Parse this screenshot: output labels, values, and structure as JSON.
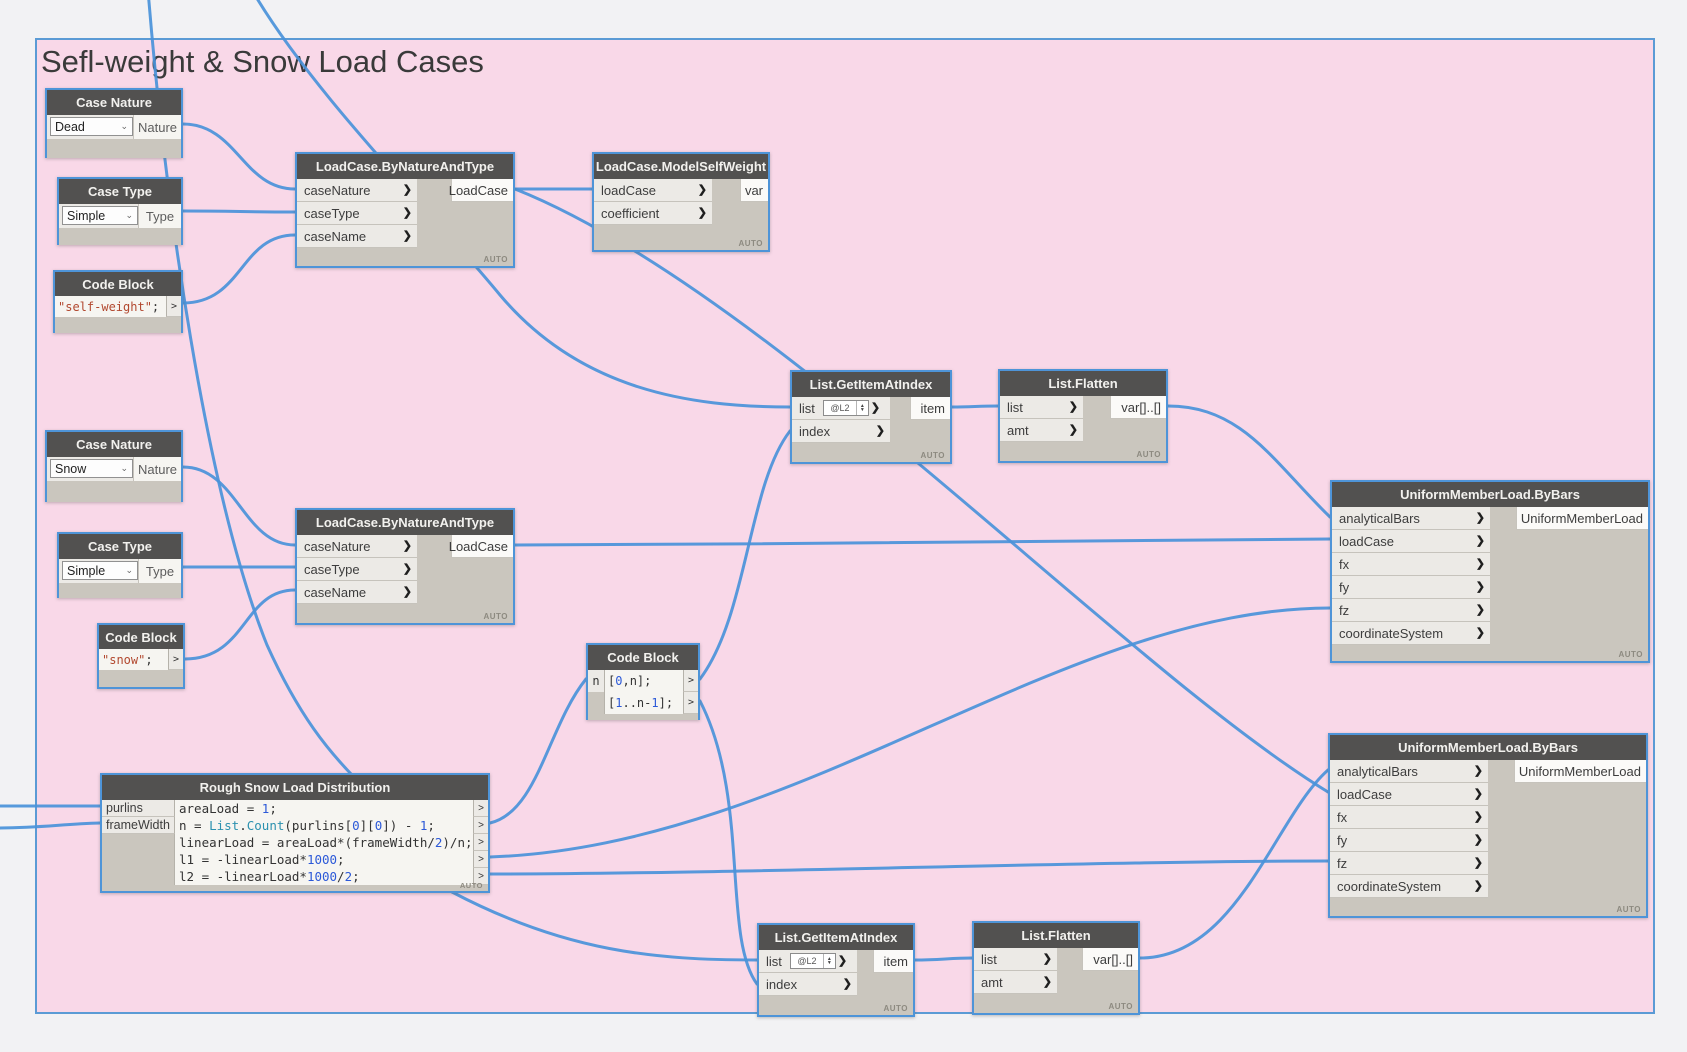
{
  "canvas": {
    "group_title": "Sefl-weight & Snow Load Cases"
  },
  "labels": {
    "auto": "AUTO",
    "lacing": "@L2"
  },
  "icons": {
    "port_chevron": "❯",
    "dropdown_chevron": "⌄",
    "spinner_up": "▲",
    "spinner_down": "▼",
    "code_output": ">"
  },
  "nodes": {
    "case_nature_1": {
      "title": "Case Nature",
      "value": "Dead",
      "output": "Nature"
    },
    "case_type_1": {
      "title": "Case Type",
      "value": "Simple",
      "output": "Type"
    },
    "code_block_self_weight": {
      "title": "Code Block",
      "lines": [
        "\"self-weight\";"
      ]
    },
    "load_case_by_nature_and_type_1": {
      "title": "LoadCase.ByNatureAndType",
      "inputs": [
        "caseNature",
        "caseType",
        "caseName"
      ],
      "output": "LoadCase"
    },
    "load_case_model_self_weight": {
      "title": "LoadCase.ModelSelfWeight",
      "inputs": [
        "loadCase",
        "coefficient"
      ],
      "output": "var"
    },
    "list_get_item_at_index_1": {
      "title": "List.GetItemAtIndex",
      "inputs": [
        "list",
        "index"
      ],
      "output": "item"
    },
    "list_flatten_1": {
      "title": "List.Flatten",
      "inputs": [
        "list",
        "amt"
      ],
      "output": "var[]..[]"
    },
    "uniform_member_load_1": {
      "title": "UniformMemberLoad.ByBars",
      "inputs": [
        "analyticalBars",
        "loadCase",
        "fx",
        "fy",
        "fz",
        "coordinateSystem"
      ],
      "output": "UniformMemberLoad"
    },
    "case_nature_2": {
      "title": "Case Nature",
      "value": "Snow",
      "output": "Nature"
    },
    "case_type_2": {
      "title": "Case Type",
      "value": "Simple",
      "output": "Type"
    },
    "code_block_snow": {
      "title": "Code Block",
      "lines": [
        "\"snow\";"
      ]
    },
    "load_case_by_nature_and_type_2": {
      "title": "LoadCase.ByNatureAndType",
      "inputs": [
        "caseNature",
        "caseType",
        "caseName"
      ],
      "output": "LoadCase"
    },
    "code_block_range": {
      "title": "Code Block",
      "input": "n",
      "lines": [
        "[0,n];",
        "[1..n-1];"
      ]
    },
    "rough_snow_load_distribution": {
      "title": "Rough Snow Load Distribution",
      "inputs": [
        "purlins",
        "frameWidth"
      ],
      "code": [
        "areaLoad = 1;",
        "n = List.Count(purlins[0][0]) - 1;",
        "linearLoad = areaLoad*(frameWidth/2)/n;",
        "l1 = -linearLoad*1000;",
        "l2 = -linearLoad*1000/2;"
      ]
    },
    "list_get_item_at_index_2": {
      "title": "List.GetItemAtIndex",
      "inputs": [
        "list",
        "index"
      ],
      "output": "item"
    },
    "list_flatten_2": {
      "title": "List.Flatten",
      "inputs": [
        "list",
        "amt"
      ],
      "output": "var[]..[]"
    },
    "uniform_member_load_2": {
      "title": "UniformMemberLoad.ByBars",
      "inputs": [
        "analyticalBars",
        "loadCase",
        "fx",
        "fy",
        "fz",
        "coordinateSystem"
      ],
      "output": "UniformMemberLoad"
    }
  }
}
